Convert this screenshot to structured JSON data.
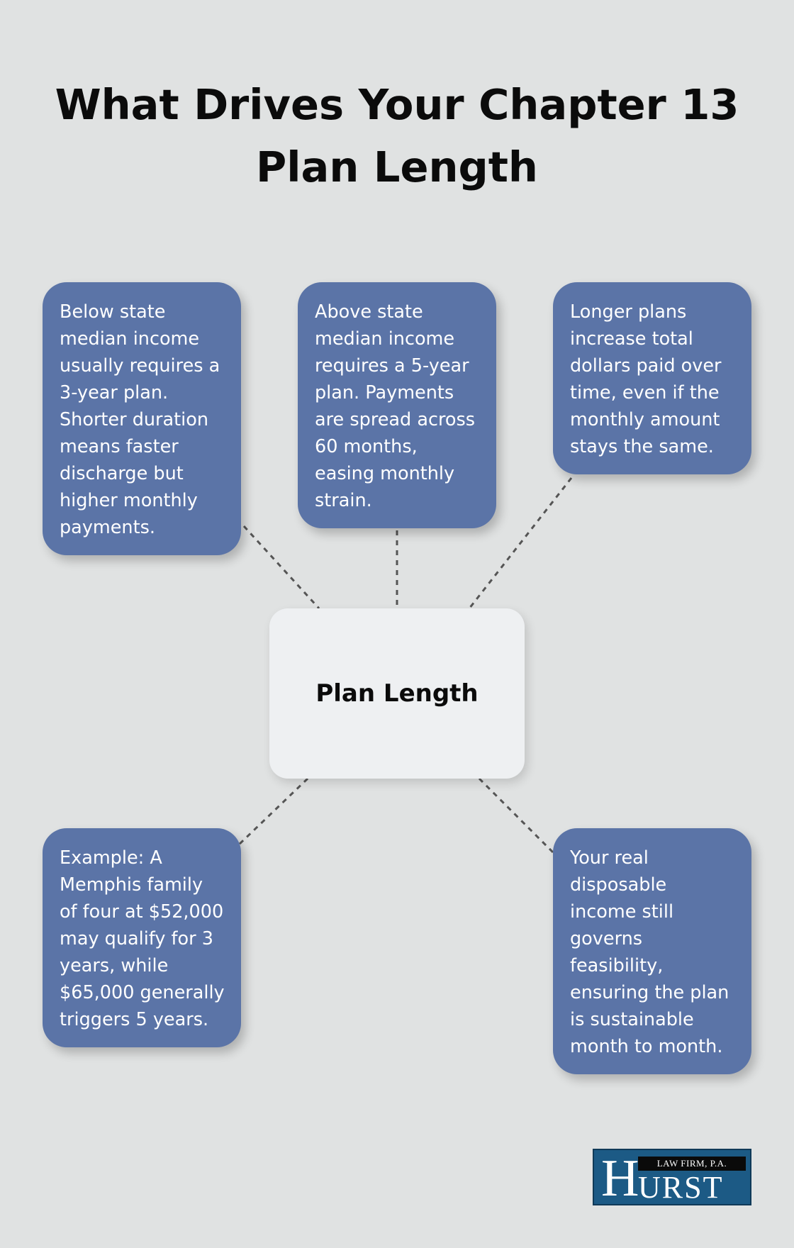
{
  "title": {
    "line1": "What Drives Your Chapter 13",
    "line2": "Plan Length"
  },
  "center": {
    "label": "Plan Length"
  },
  "factors": [
    {
      "text": "Below state median income usually requires a 3-year plan. Shorter duration means faster discharge but higher monthly payments."
    },
    {
      "text": "Above state median income requires a 5-year plan. Payments are spread across 60 months, easing monthly strain."
    },
    {
      "text": "Longer plans increase total dollars paid over time, even if the monthly amount stays the same."
    },
    {
      "text": "Example: A Memphis family of four at $52,000 may qualify for 3 years, while $65,000 generally triggers 5 years."
    },
    {
      "text": "Your real disposable income still governs feasibility, ensuring the plan is sustainable month to month."
    }
  ],
  "logo": {
    "firm_label": "LAW FIRM, P.A.",
    "initial": "H",
    "rest": "URST"
  },
  "colors": {
    "background": "#e0e2e2",
    "card": "#5b74a7",
    "center_card": "#eef0f2",
    "connector": "#555555",
    "logo": "#1c5a85"
  }
}
